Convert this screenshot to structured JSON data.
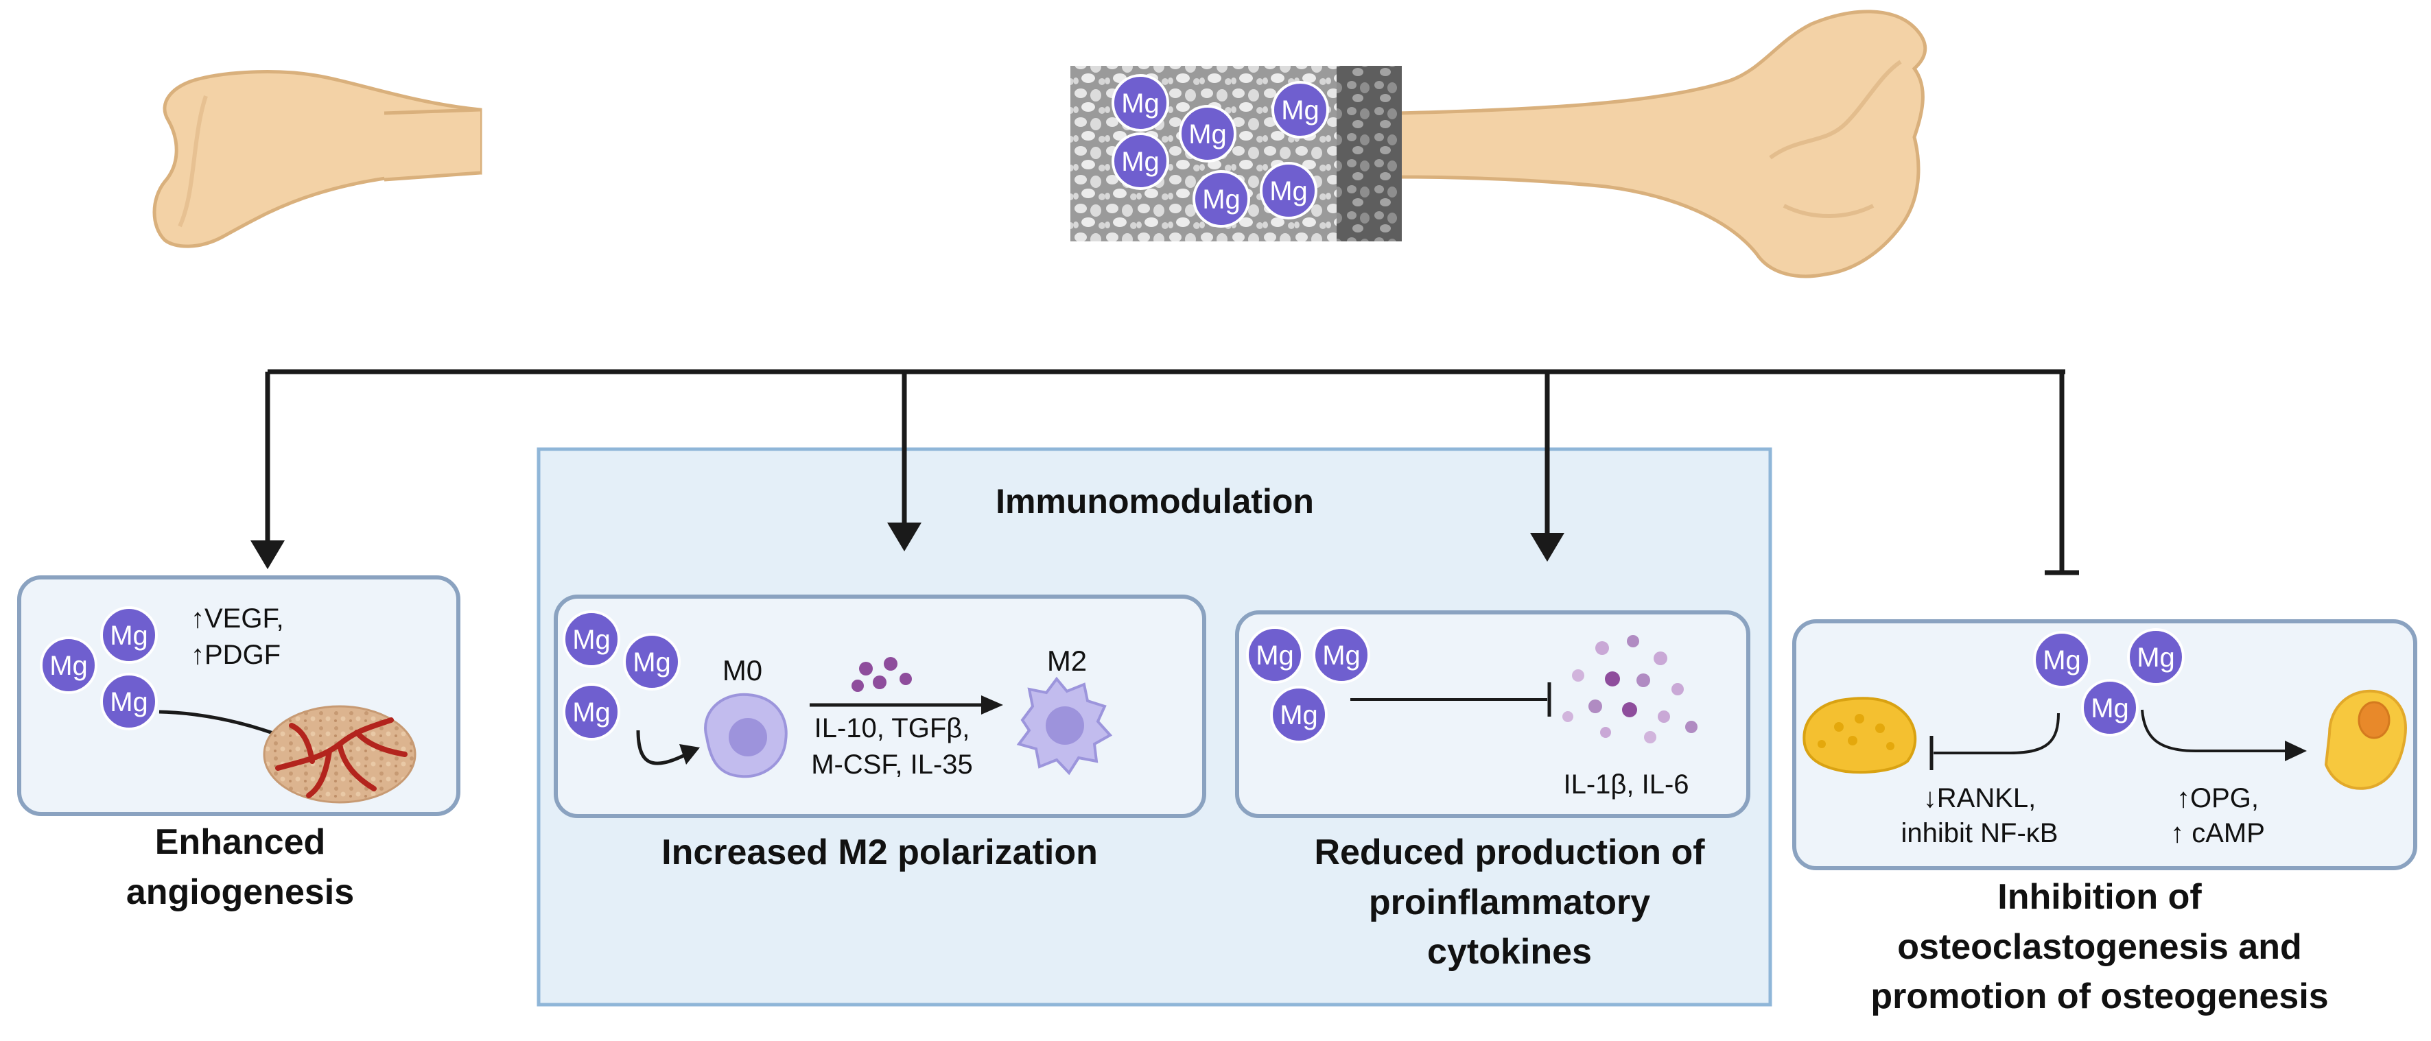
{
  "mg_label": "Mg",
  "colors": {
    "mg_fill": "#6f5fcf",
    "mg_stroke": "#ffffff",
    "bone": "#f3d2a6",
    "bone_edge": "#d9b07c",
    "panel_bg": "#eef4fa",
    "panel_border": "#8aa2c0",
    "immuno_bg": "#e4eff8",
    "immuno_border": "#8fb6d8",
    "line": "#1a1a1a",
    "macrophage": "#b4aee6",
    "osteoclast": "#f4c030",
    "osteoblast": "#f7c83e",
    "vessel": "#b3241d"
  },
  "immunomodulation": {
    "title": "Immunomodulation"
  },
  "angiogenesis": {
    "line1": "↑VEGF,",
    "line2": "↑PDGF",
    "caption1": "Enhanced",
    "caption2": "angiogenesis"
  },
  "m2": {
    "m0": "M0",
    "m2": "M2",
    "cytokines1": "IL-10, TGFβ,",
    "cytokines2": "M-CSF, IL-35",
    "caption": "Increased M2 polarization"
  },
  "cytokines": {
    "label": "IL-1β, IL-6",
    "caption1": "Reduced production of",
    "caption2": "proinflammatory",
    "caption3": "cytokines"
  },
  "osteo": {
    "rankl1": "↓RANKL,",
    "rankl2": "inhibit NF-κB",
    "opg1": "↑OPG,",
    "opg2": "↑ cAMP",
    "caption1": "Inhibition of",
    "caption2": "osteoclastogenesis and",
    "caption3": "promotion of osteogenesis"
  }
}
